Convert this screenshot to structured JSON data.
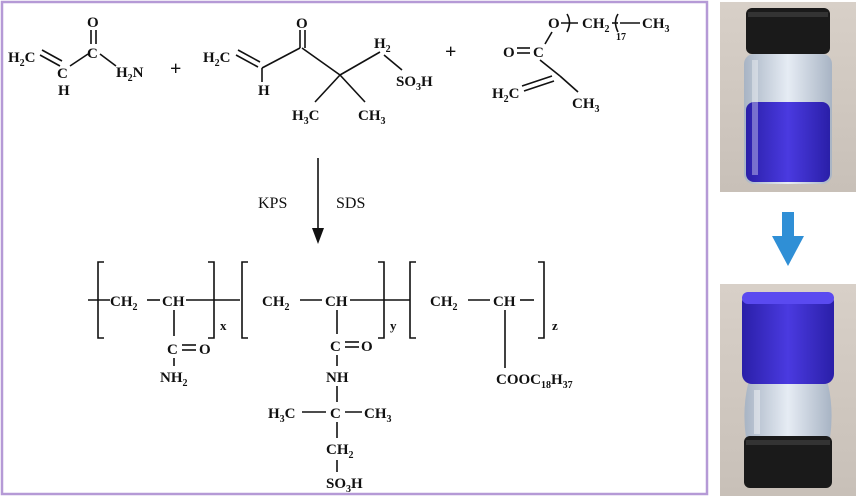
{
  "reaction": {
    "monomer1": {
      "a": "H",
      "b": "C",
      "c": "O",
      "d": "H",
      "e": "N",
      "sub": "2",
      "ch2": "H",
      "ch2sub": "2",
      "chh": "H"
    },
    "plus1": "+",
    "monomer2": {
      "h2c": "H",
      "h2sub": "2",
      "c": "C",
      "chh": "H",
      "o": "O",
      "h2top": "H",
      "h2topsub": "2",
      "so3h_a": "SO",
      "so3h_sub": "3",
      "so3h_b": "H",
      "h3c_a": "H",
      "h3c_sub": "3",
      "h3c_b": "C",
      "ch3_a": "CH",
      "ch3_sub": "3"
    },
    "plus2": "+",
    "monomer3": {
      "o_top": "O",
      "ch2_a": "CH",
      "ch2_sub": "2",
      "n17": "17",
      "ch3_a": "CH",
      "ch3_sub": "3",
      "o_left": "O",
      "c": "C",
      "h2c_a": "H",
      "h2c_sub": "2",
      "h2c_b": "C",
      "ch3b_a": "CH",
      "ch3b_sub": "3"
    },
    "initiator": "KPS",
    "surfactant": "SDS",
    "product": {
      "ch2_a": "CH",
      "ch2_sub": "2",
      "ch": "CH",
      "x": "x",
      "y": "y",
      "z": "z",
      "co": "C",
      "eq_o": "O",
      "nh2_a": "NH",
      "nh2_sub": "2",
      "nh": "NH",
      "h3c_a": "H",
      "h3c_sub": "3",
      "h3c_b": "C",
      "c": "C",
      "ch3_a": "CH",
      "ch3_sub": "3",
      "ch2b_a": "CH",
      "ch2b_sub": "2",
      "so3h_a": "SO",
      "so3h_sub": "3",
      "so3h_b": "H",
      "cooc_a": "COOC",
      "cooc_sub1": "18",
      "cooc_b": "H",
      "cooc_sub2": "37"
    }
  },
  "colors": {
    "frame": "#b59ad6",
    "liquid": "#3f2fd0",
    "arrow_blue": "#2f8fd6",
    "cap": "#1a1a1a",
    "photo_bg": "#ddd6d0"
  }
}
